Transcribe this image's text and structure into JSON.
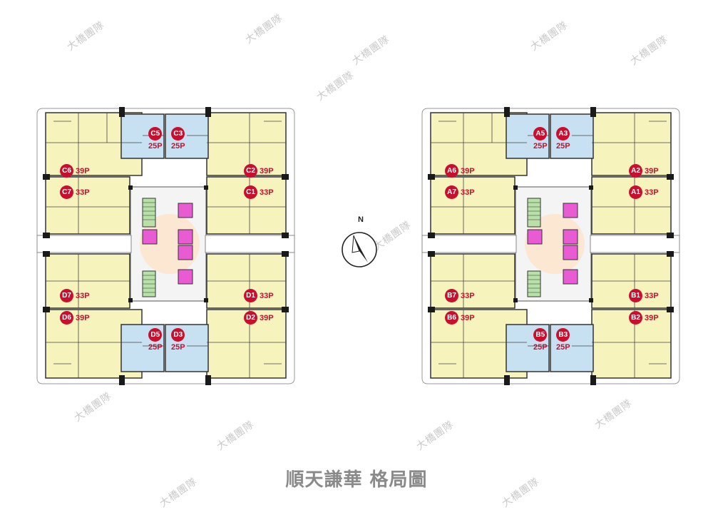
{
  "title": "順天謙華 格局圖",
  "watermark": "大橋團隊",
  "compass_label": "N",
  "colors": {
    "corner_unit": "#f7f3bd",
    "middle_unit": "#c7e0f2",
    "elevator": "#e95bd3",
    "stair": "#b8e0a8",
    "label": "#c8102e",
    "wall": "#1a1a1a"
  },
  "plans": [
    {
      "units": [
        {
          "id": "C5",
          "size": "25P"
        },
        {
          "id": "C3",
          "size": "25P"
        },
        {
          "id": "C6",
          "size": "39P"
        },
        {
          "id": "C2",
          "size": "39P"
        },
        {
          "id": "C7",
          "size": "33P"
        },
        {
          "id": "C1",
          "size": "33P"
        },
        {
          "id": "D7",
          "size": "33P"
        },
        {
          "id": "D1",
          "size": "33P"
        },
        {
          "id": "D6",
          "size": "39P"
        },
        {
          "id": "D2",
          "size": "39P"
        },
        {
          "id": "D5",
          "size": "25P"
        },
        {
          "id": "D3",
          "size": "25P"
        }
      ]
    },
    {
      "units": [
        {
          "id": "A5",
          "size": "25P"
        },
        {
          "id": "A3",
          "size": "25P"
        },
        {
          "id": "A6",
          "size": "39P"
        },
        {
          "id": "A2",
          "size": "39P"
        },
        {
          "id": "A7",
          "size": "33P"
        },
        {
          "id": "A1",
          "size": "33P"
        },
        {
          "id": "B7",
          "size": "33P"
        },
        {
          "id": "B1",
          "size": "33P"
        },
        {
          "id": "B6",
          "size": "39P"
        },
        {
          "id": "B2",
          "size": "39P"
        },
        {
          "id": "B5",
          "size": "25P"
        },
        {
          "id": "B3",
          "size": "25P"
        }
      ]
    }
  ]
}
